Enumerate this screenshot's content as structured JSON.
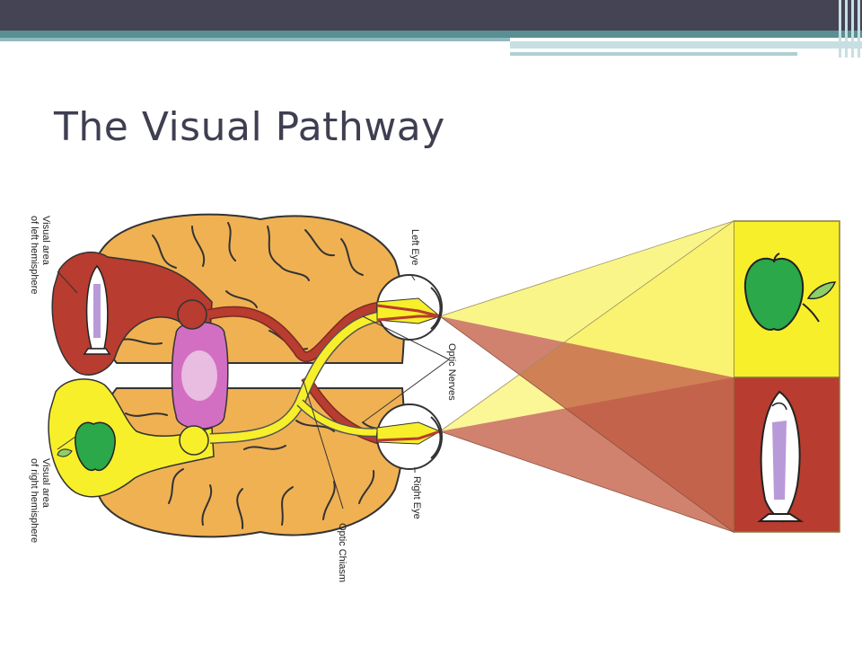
{
  "slide": {
    "title": "The Visual Pathway"
  },
  "labels": {
    "visual_area_left_line1": "Visual area",
    "visual_area_left_line2": "of left hemisphere",
    "visual_area_right_line1": "Visual area",
    "visual_area_right_line2": "of right hemisphere",
    "left_eye": "Left Eye",
    "right_eye": "Right Eye",
    "optic_nerves": "Optic Nerves",
    "optic_chiasm": "Optic Chiasm"
  },
  "colors": {
    "header_bar": "#444455",
    "accent_stripe": "#5a8f93",
    "title_text": "#3f3f52",
    "brain": "#f0b153",
    "left_pathway": "#b83c2f",
    "right_pathway": "#f7ef2a",
    "thalamus": "#d36fc2",
    "apple": "#2aa84a",
    "fish": "#b89ad9"
  },
  "icons": {
    "left_field_object": "apple-icon",
    "right_field_object": "fish-icon"
  }
}
